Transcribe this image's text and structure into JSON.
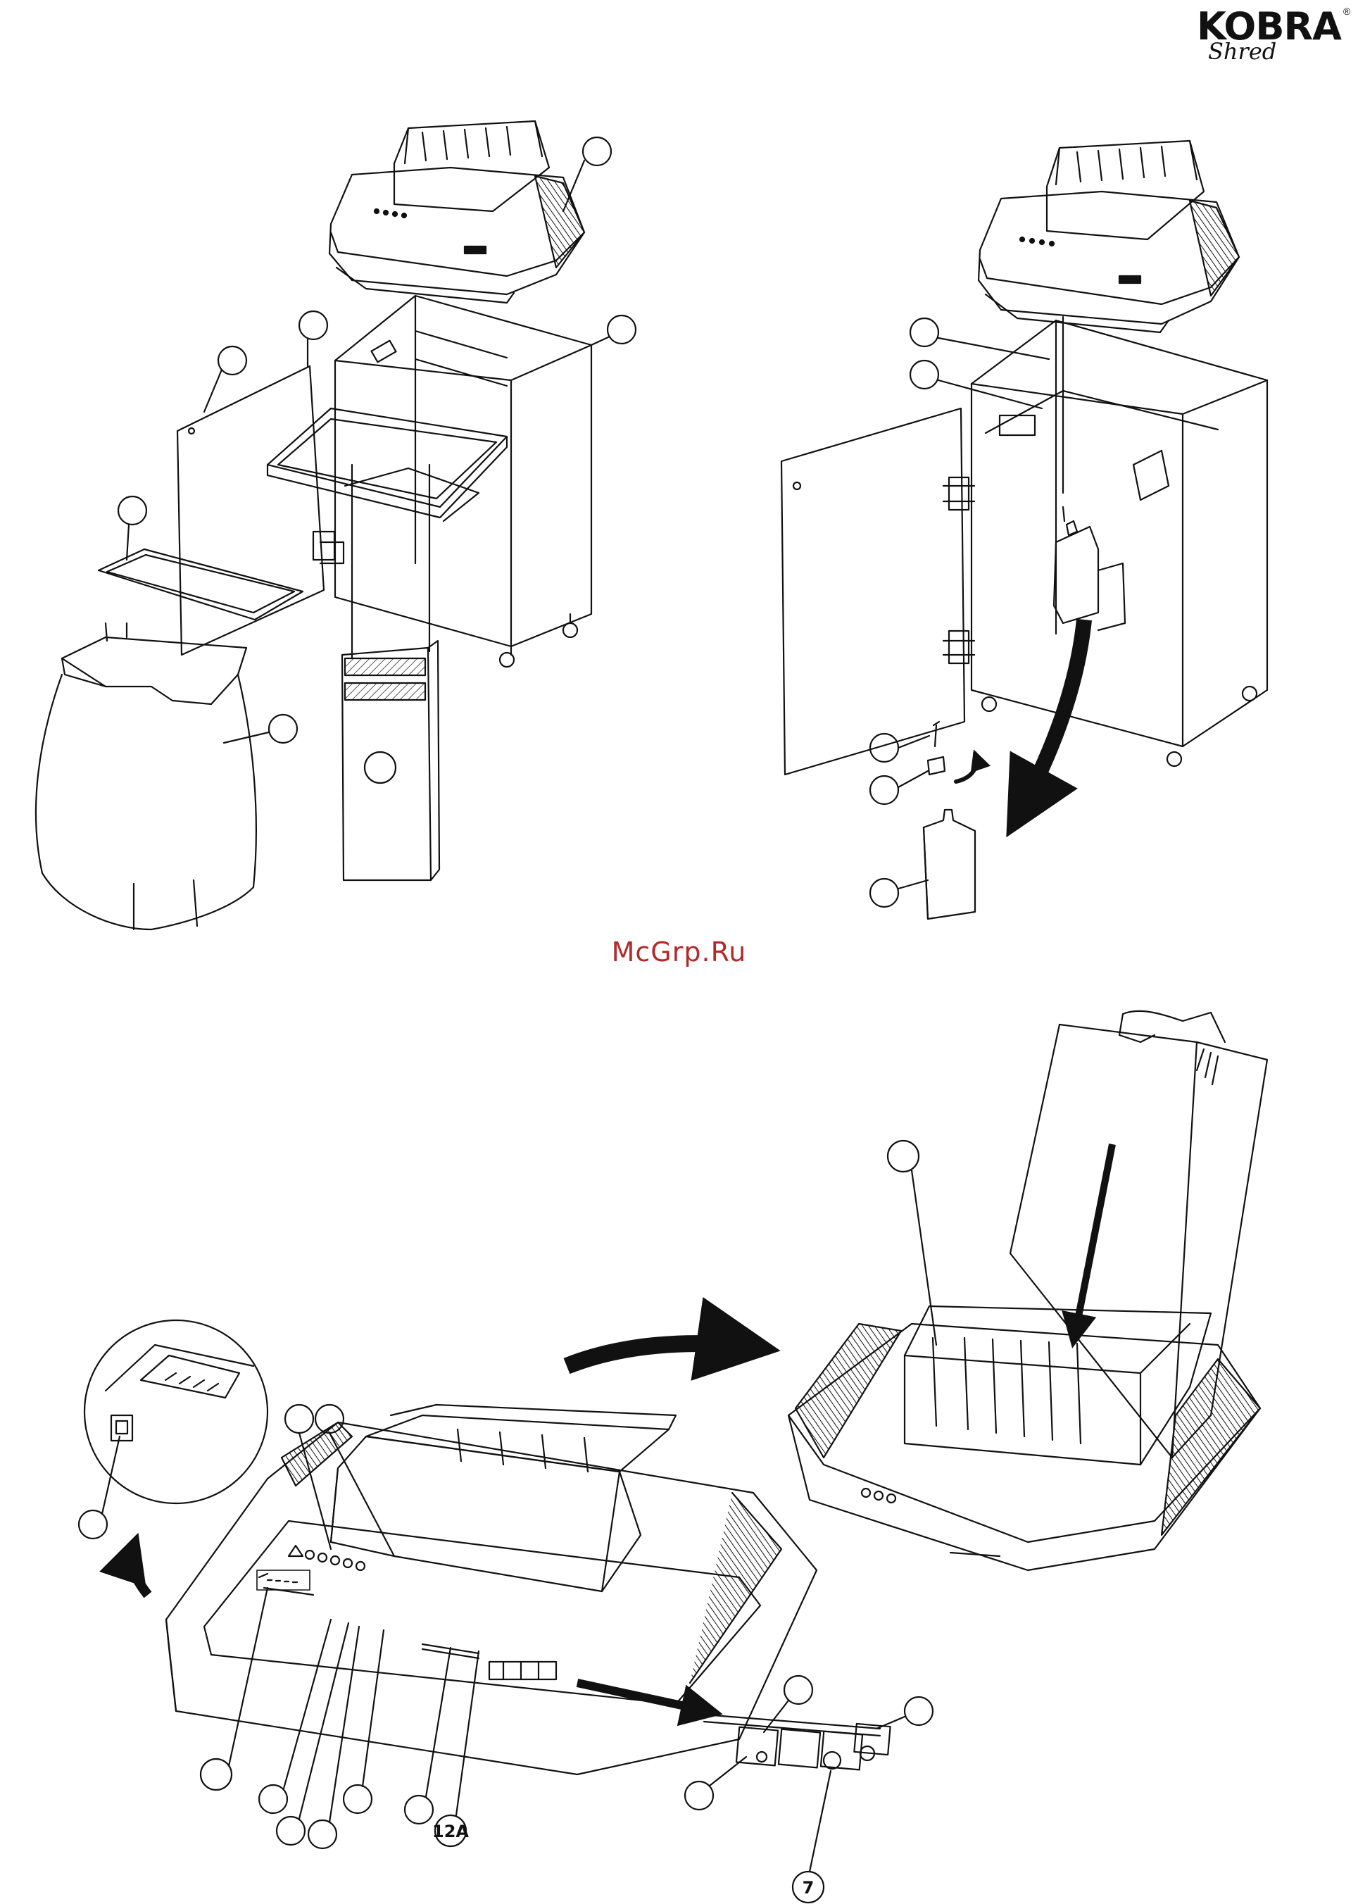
{
  "logo": {
    "brand": "KOBRA",
    "registered": "®",
    "subtitle": "Shred"
  },
  "watermark": "McGrp.Ru",
  "callouts": {
    "label_12a": "12A",
    "label_7": "7"
  }
}
